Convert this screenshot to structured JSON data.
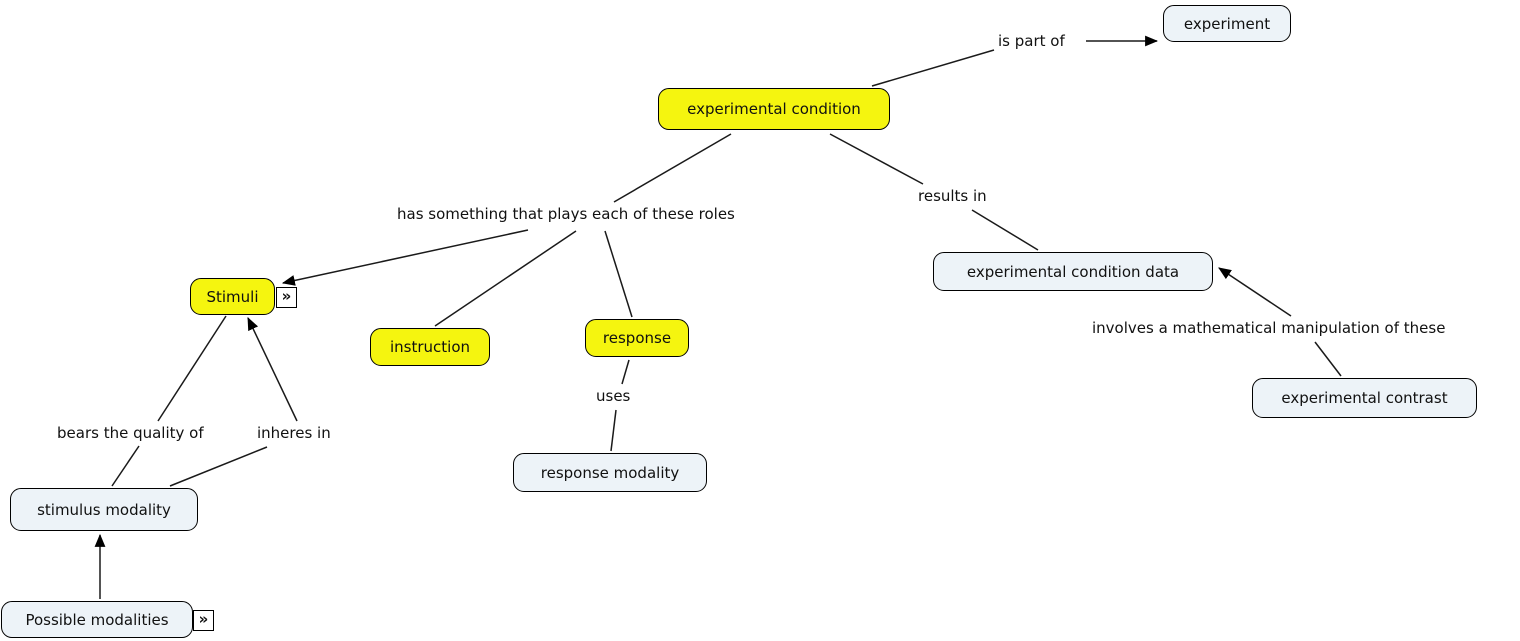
{
  "nodes": {
    "experiment": {
      "label": "experiment"
    },
    "experimental_condition": {
      "label": "experimental condition"
    },
    "stimuli": {
      "label": "Stimuli"
    },
    "instruction": {
      "label": "instruction"
    },
    "response": {
      "label": "response"
    },
    "experimental_condition_data": {
      "label": "experimental condition data"
    },
    "experimental_contrast": {
      "label": "experimental contrast"
    },
    "response_modality": {
      "label": "response modality"
    },
    "stimulus_modality": {
      "label": "stimulus modality"
    },
    "possible_modalities": {
      "label": "Possible modalities"
    }
  },
  "edge_labels": {
    "is_part_of": "is part of",
    "has_roles": "has something that plays each of these roles",
    "results_in": "results in",
    "involves": "involves a mathematical manipulation of these",
    "uses": "uses",
    "bears_quality": "bears the quality of",
    "inheres_in": "inheres in"
  },
  "edges": [
    {
      "from": "experimental condition",
      "label": "is part of",
      "to": [
        "experiment"
      ],
      "arrowheads": [
        "experiment"
      ]
    },
    {
      "from": "experimental condition",
      "label": "has something that plays each of these roles",
      "to": [
        "Stimuli",
        "instruction",
        "response"
      ],
      "arrowheads": [
        "Stimuli"
      ]
    },
    {
      "from": "experimental condition",
      "label": "results in",
      "to": [
        "experimental condition data"
      ],
      "arrowheads": []
    },
    {
      "from": "experimental contrast",
      "label": "involves a mathematical manipulation of these",
      "to": [
        "experimental condition data"
      ],
      "arrowheads": [
        "experimental condition data"
      ]
    },
    {
      "from": "response",
      "label": "uses",
      "to": [
        "response modality"
      ],
      "arrowheads": []
    },
    {
      "from": "Stimuli",
      "label": "bears the quality of",
      "to": [
        "stimulus modality"
      ],
      "arrowheads": []
    },
    {
      "from": "stimulus modality",
      "label": "inheres in",
      "to": [
        "Stimuli"
      ],
      "arrowheads": [
        "Stimuli"
      ]
    },
    {
      "from": "Possible modalities",
      "label": "",
      "to": [
        "stimulus modality"
      ],
      "arrowheads": [
        "stimulus modality"
      ]
    }
  ],
  "icons": {
    "annotation_chevron": "»"
  },
  "colors": {
    "highlighted_node_fill": "#f5f50f",
    "plain_node_fill": "#edf3f8",
    "node_border": "#000000",
    "edge_line": "#1a1a1a",
    "canvas_background": "#ffffff"
  }
}
